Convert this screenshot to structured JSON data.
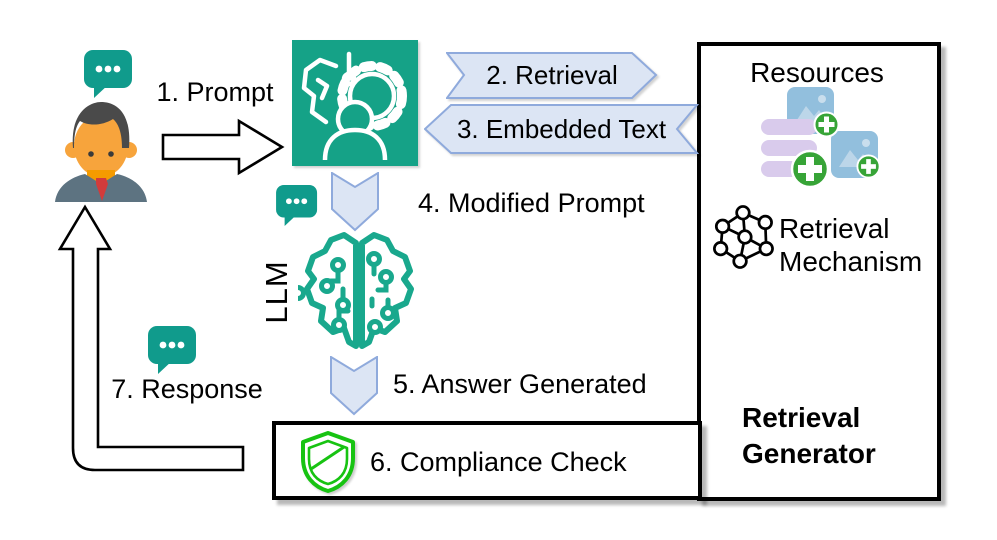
{
  "diagram": {
    "flow_steps": {
      "step1": "1. Prompt",
      "step2": "2. Retrieval",
      "step3": "3. Embedded Text",
      "step4": "4. Modified Prompt",
      "step5": "5. Answer Generated",
      "step6": "6. Compliance Check",
      "step7": "7. Response"
    },
    "labels": {
      "llm": "LLM",
      "resources": "Resources",
      "retrieval_mechanism": "Retrieval Mechanism",
      "retrieval_generator": "Retrieval Generator"
    },
    "icons": {
      "user": "user-icon",
      "speech_bubble": "speech-bubble-icon",
      "embedding": "gear-person-icon",
      "llm_brain": "brain-circuit-icon",
      "shield": "shield-check-icon",
      "network": "network-graph-icon",
      "database": "database-icon",
      "image": "image-icon",
      "plus": "plus-badge-icon",
      "prompt_arrow": "block-arrow-right-icon",
      "response_arrow": "bent-arrow-up-icon",
      "down_arrow": "chevron-down-arrow-icon"
    },
    "colors": {
      "teal": "#15A287",
      "banner_fill": "#DCE5F4",
      "banner_border": "#8FAADC",
      "shield_green": "#17C312",
      "image_blue": "#92BFDD",
      "database_lavender": "#D9CBEC",
      "plus_green": "#37A437",
      "box_border": "#000000"
    }
  }
}
